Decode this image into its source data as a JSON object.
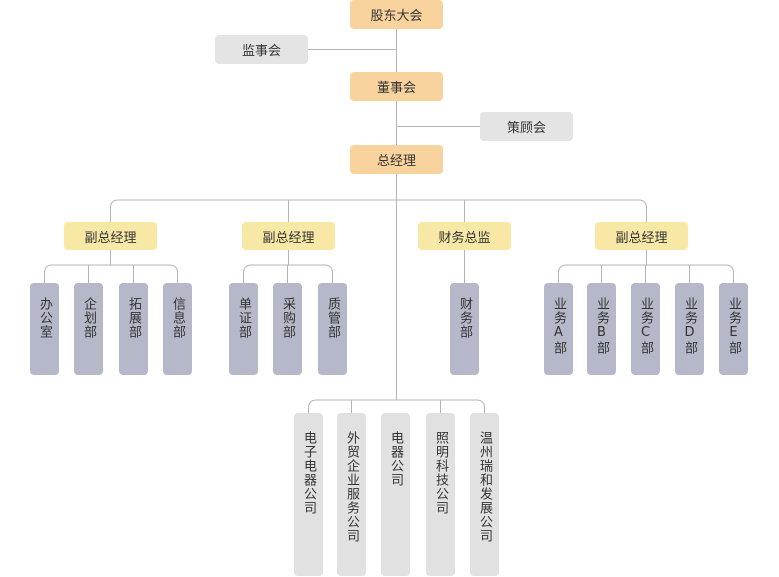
{
  "top": {
    "shareholders": "股东大会",
    "supervisors": "监事会",
    "board": "董事会",
    "advisors": "策顾会",
    "gm": "总经理"
  },
  "branches": [
    {
      "head": "副总经理",
      "units": [
        "办公室",
        "企划部",
        "拓展部",
        "信息部"
      ]
    },
    {
      "head": "副总经理",
      "units": [
        "单证部",
        "采购部",
        "质管部"
      ]
    },
    {
      "head": "财务总监",
      "units": [
        "财务部"
      ]
    },
    {
      "head": "副总经理",
      "units": [
        "业务A部",
        "业务B部",
        "业务C部",
        "业务D部",
        "业务E部"
      ]
    }
  ],
  "subsidiaries": [
    "电子电器公司",
    "外贸企业服务公司",
    "电器公司",
    "照明科技公司",
    "温州瑞和发展公司"
  ],
  "colors": {
    "top_nodes": "#f9d39e",
    "side_nodes": "#e4e4e4",
    "branch_heads": "#f8e8a6",
    "departments": "#b4b8c8",
    "subsidiaries": "#e1e1e1",
    "connectors": "#b5b5b5"
  }
}
